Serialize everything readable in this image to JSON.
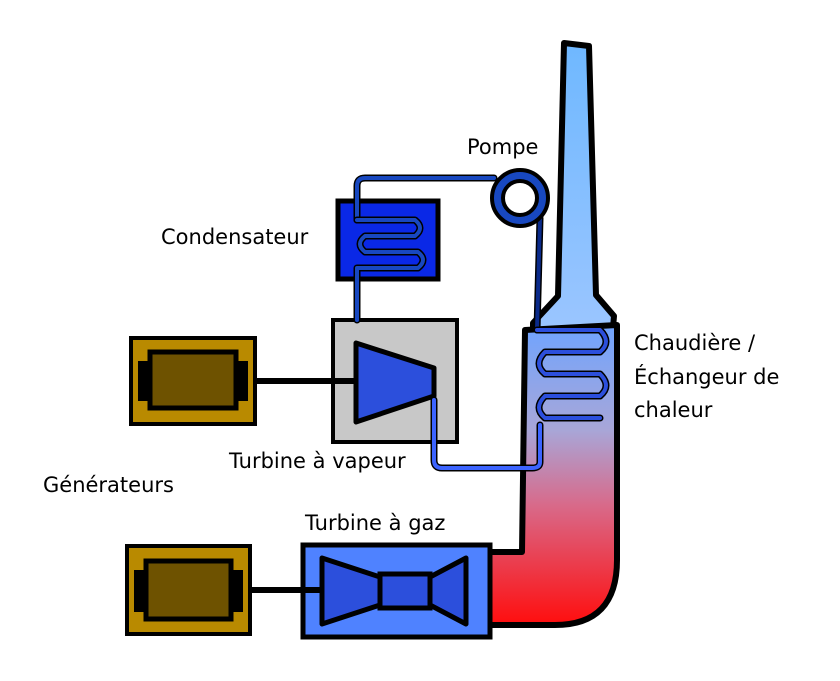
{
  "labels": {
    "pump": "Pompe",
    "condenser": "Condensateur",
    "boiler_line1": "Chaudière /",
    "boiler_line2": "Échangeur de",
    "boiler_line3": "chaleur",
    "steam_turbine": "Turbine à vapeur",
    "generators": "Générateurs",
    "gas_turbine": "Turbine à gaz"
  },
  "colors": {
    "stroke": "#000000",
    "chimney_light": "#6fb8ff",
    "boiler_hot": "#ff0d0d",
    "condenser": "#0a28e6",
    "gas_turbine_box": "#4f82ff",
    "turbine_blade": "#2c4fdc",
    "steam_turbine_box": "#c8c8c8",
    "generator_frame": "#b98a00",
    "generator_core": "#6e5200",
    "pipe_dark": "#0a2a8a",
    "pipe_mid": "#1848c0",
    "pipe_light": "#3c64ff"
  }
}
